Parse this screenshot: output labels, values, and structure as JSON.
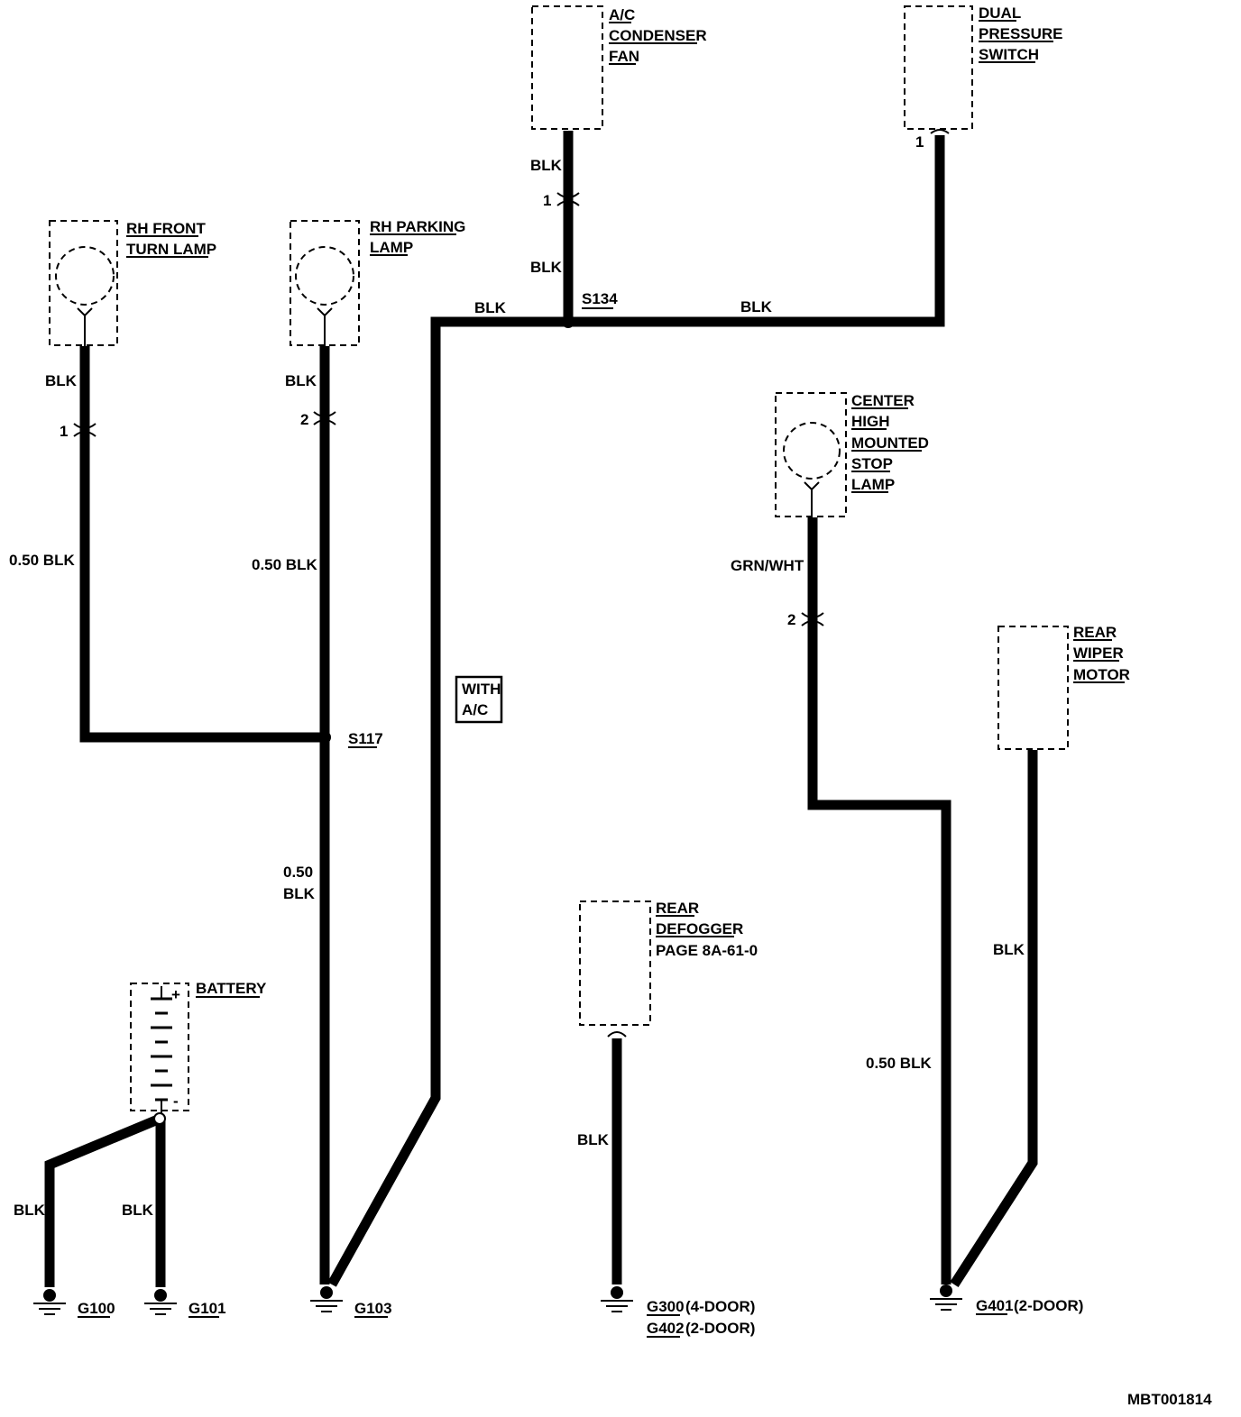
{
  "components": {
    "ac_fan": [
      "A/C",
      "CONDENSER",
      "FAN"
    ],
    "dual_switch": [
      "DUAL",
      "PRESSURE",
      "SWITCH"
    ],
    "rh_turn": [
      "RH FRONT",
      "TURN LAMP"
    ],
    "rh_park": [
      "RH PARKING",
      "LAMP"
    ],
    "chmsl": [
      "CENTER",
      "HIGH",
      "MOUNTED",
      "STOP",
      "LAMP"
    ],
    "rear_wiper": [
      "REAR",
      "WIPER",
      "MOTOR"
    ],
    "rear_defog": [
      "REAR",
      "DEFOGGER",
      "PAGE 8A-61-0"
    ],
    "battery": "BATTERY"
  },
  "wire_labels": {
    "ac_fan_upper": "BLK",
    "ac_fan_lower": "BLK",
    "s134_left": "BLK",
    "s134_right": "BLK",
    "turn_upper": "BLK",
    "turn_lower": "0.50 BLK",
    "park_upper": "BLK",
    "park_lower": "0.50 BLK",
    "s117_down_1": "0.50",
    "s117_down_2": "BLK",
    "chmsl_upper": "GRN/WHT",
    "defog": "BLK",
    "wiper": "BLK",
    "g401_wire": "0.50 BLK",
    "battery_left": "BLK",
    "battery_right": "BLK"
  },
  "pins": {
    "ac_fan": "1",
    "dual_switch": "1",
    "turn": "1",
    "park": "2",
    "chmsl": "2"
  },
  "splices": {
    "s134": "S134",
    "s117": "S117"
  },
  "option_box": [
    "WITH",
    "A/C"
  ],
  "battery_signs": {
    "plus": "+",
    "minus": "-"
  },
  "grounds": {
    "g100": "G100",
    "g101": "G101",
    "g103": "G103",
    "g300": "G300",
    "g300_note": "(4-DOOR)",
    "g402": "G402",
    "g402_note": "(2-DOOR)",
    "g401": "G401",
    "g401_note": "(2-DOOR)"
  },
  "figure_id": "MBT001814"
}
